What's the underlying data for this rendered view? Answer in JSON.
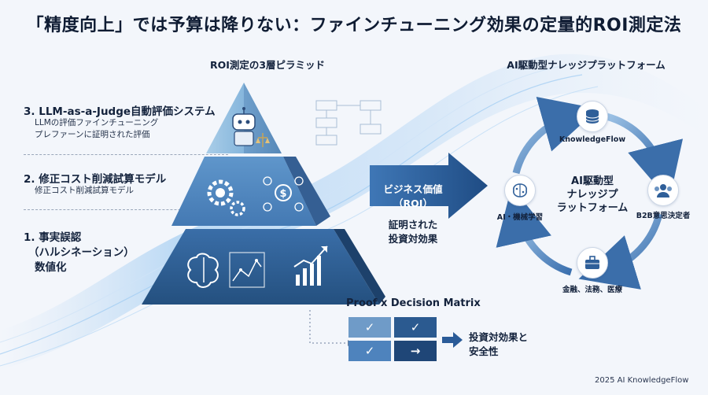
{
  "title": "「精度向上」では予算は降りない：ファインチューニング効果の定量的ROI測定法",
  "pyramid": {
    "heading": "ROI測定の3層ピラミッド",
    "layers": [
      {
        "title": "3. LLM-as-a-Judge自動評価システム",
        "desc1": "LLMの評価ファインチューニング",
        "desc2": "プレファーンに証明された評価"
      },
      {
        "title": "2. 修正コスト削減試算モデル",
        "desc1": "修正コスト削減試算モデル"
      },
      {
        "title": "1. 事実誤認",
        "line2": "（ハルシネーション）",
        "line3": "数値化"
      }
    ]
  },
  "arrow": {
    "label1": "ビジネス価値",
    "label2": "（ROI）",
    "result1": "証明された",
    "result2": "投資対効果"
  },
  "platform": {
    "heading": "AI駆動型ナレッジプラットフォーム",
    "center1": "AI駆動型",
    "center2": "ナレッジプ",
    "center3": "ラットフォーム",
    "nodes": {
      "top": "KnowledgeFlow",
      "right": "B2B意思決定者",
      "bottom": "金融、法務、医療",
      "left": "AI・機械学習"
    }
  },
  "matrix": {
    "heading": "Proof x Decision Matrix",
    "cells": [
      "✓",
      "✓",
      "✓",
      "→"
    ],
    "result1": "投資対効果と",
    "result2": "安全性"
  },
  "footer": "2025 AI KnowledgeFlow",
  "colors": {
    "pyramid_top": "#7fb1d6",
    "pyramid_mid": "#4e86c0",
    "pyramid_base": "#2f5f99",
    "arrow": "#2a5b98",
    "accent": "#3a78c2"
  }
}
